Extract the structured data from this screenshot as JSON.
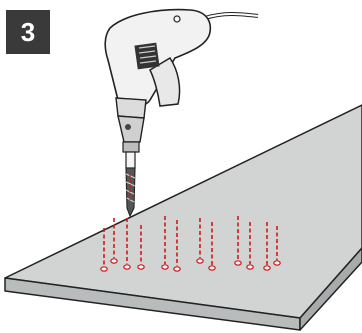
{
  "step": {
    "number": "3"
  },
  "illustration": {
    "subject": "drill-drilling-holes-in-board",
    "marker_color": "#d11a1a",
    "board_color": "#d0d2d2",
    "outline_color": "#222222",
    "hole_count": 12
  }
}
